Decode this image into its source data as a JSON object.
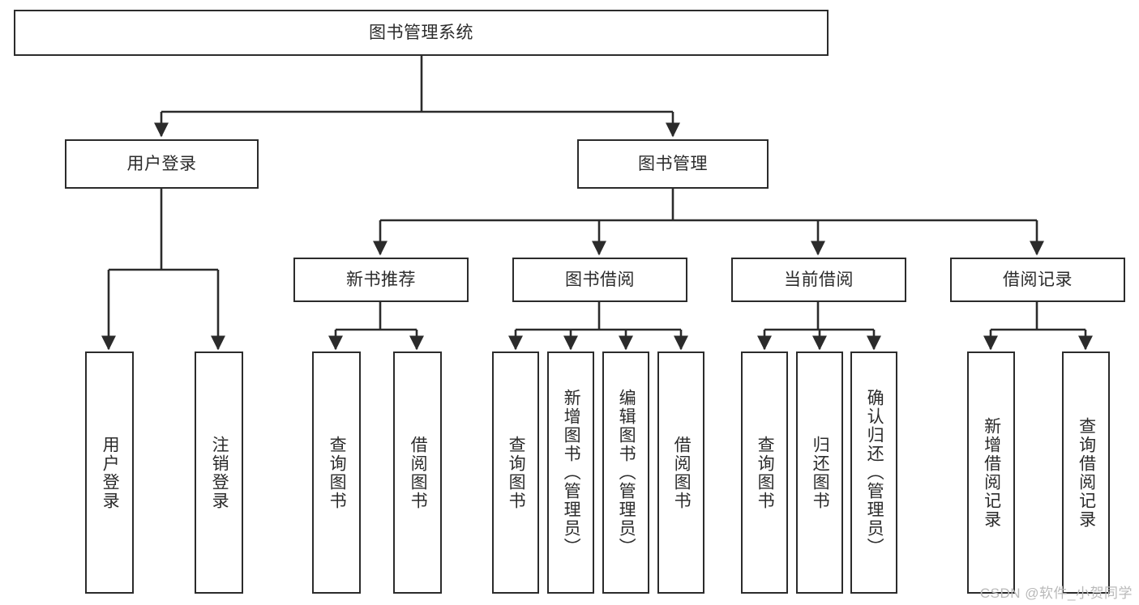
{
  "diagram": {
    "title": "图书管理系统",
    "type": "tree-hierarchy-chart",
    "stroke_color": "#2b2b2b",
    "fill_color": "#ffffff",
    "root": {
      "label": "图书管理系统"
    },
    "level2": [
      {
        "label": "用户登录"
      },
      {
        "label": "图书管理"
      }
    ],
    "level3": [
      {
        "label": "新书推荐"
      },
      {
        "label": "图书借阅"
      },
      {
        "label": "当前借阅"
      },
      {
        "label": "借阅记录"
      }
    ],
    "leaves": {
      "user_login": [
        {
          "label": "用户登录"
        },
        {
          "label": "注销登录"
        }
      ],
      "new_book_recommend": [
        {
          "label": "查询图书"
        },
        {
          "label": "借阅图书"
        }
      ],
      "book_borrow": [
        {
          "label": "查询图书"
        },
        {
          "label": "新增图书（管理员）"
        },
        {
          "label": "编辑图书（管理员）"
        },
        {
          "label": "借阅图书"
        }
      ],
      "current_borrow": [
        {
          "label": "查询图书"
        },
        {
          "label": "归还图书"
        },
        {
          "label": "确认归还（管理员）"
        }
      ],
      "borrow_record": [
        {
          "label": "新增借阅记录"
        },
        {
          "label": "查询借阅记录"
        }
      ]
    }
  },
  "watermark": {
    "text": "CSDN @软件_小贺同学",
    "color": "#b9b9b9"
  }
}
